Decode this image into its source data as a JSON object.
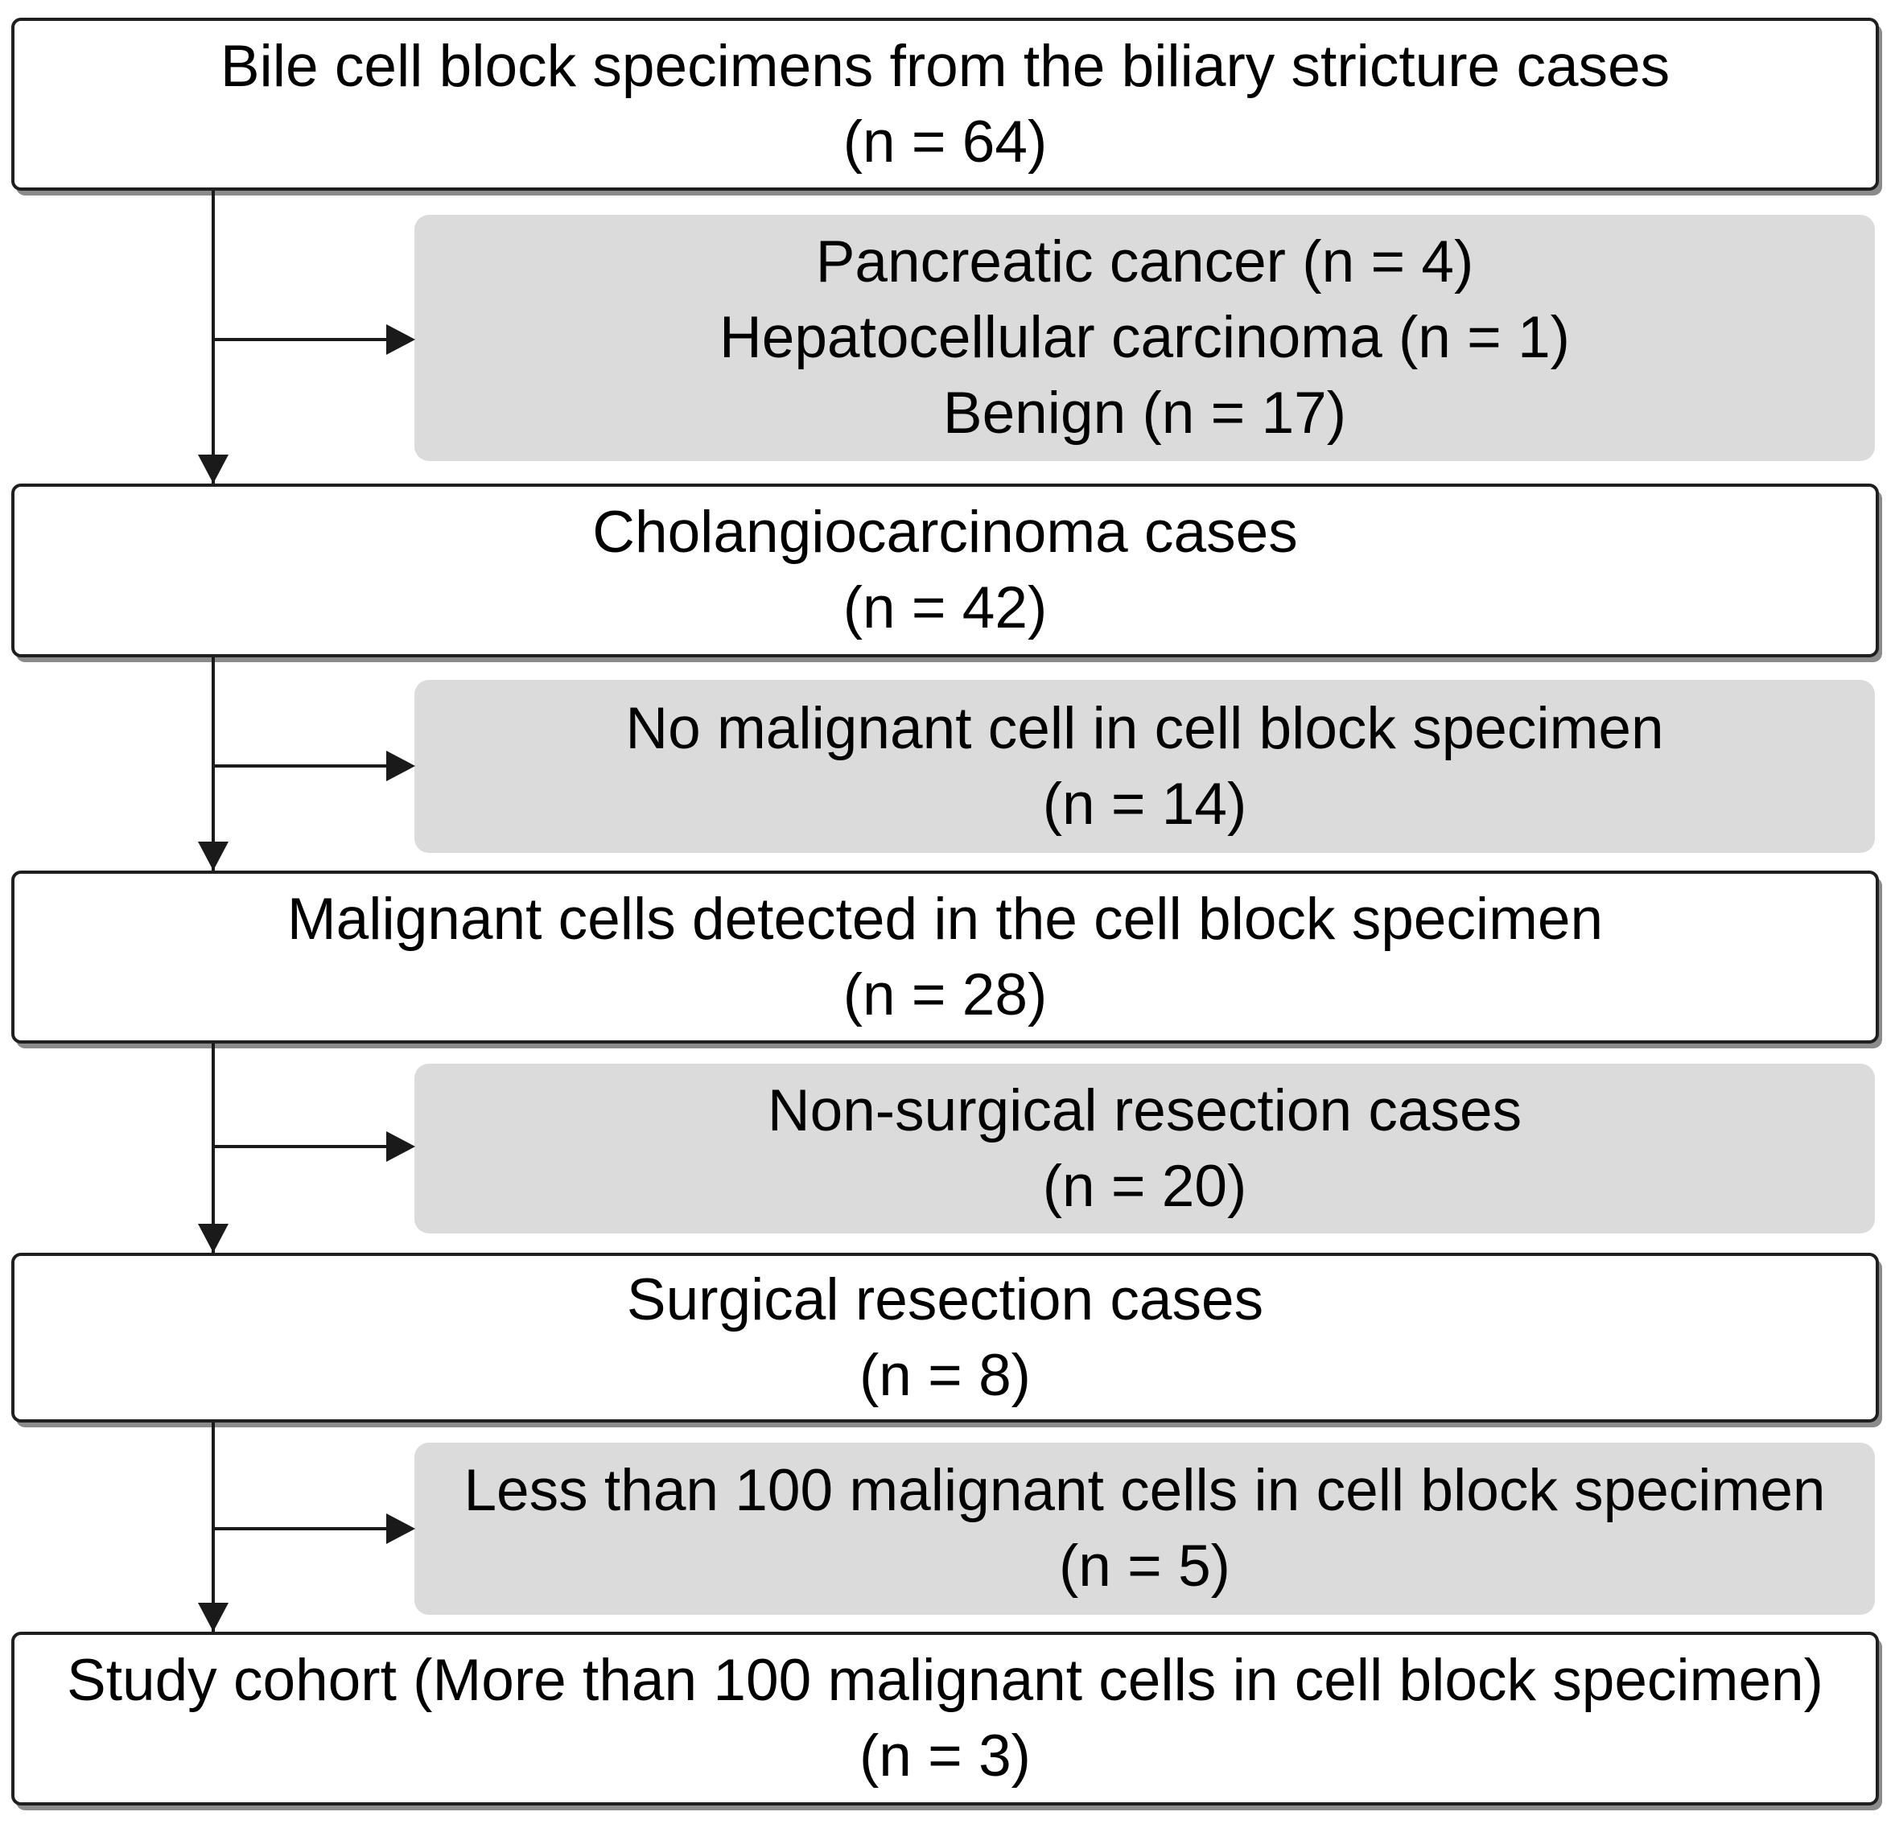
{
  "flowchart": {
    "kind": "study-flow-diagram",
    "boxes": [
      {
        "id": "specimens",
        "role": "main",
        "n": 64,
        "lines": [
          "Bile cell block specimens from the biliary stricture cases",
          "(n = 64)"
        ]
      },
      {
        "id": "excluded-diagnoses",
        "role": "exclusion",
        "lines": [
          "Pancreatic cancer (n = 4)",
          "Hepatocellular carcinoma (n = 1)",
          "Benign (n = 17)"
        ]
      },
      {
        "id": "cholangiocarcinoma",
        "role": "main",
        "n": 42,
        "lines": [
          "Cholangiocarcinoma cases",
          "(n = 42)"
        ]
      },
      {
        "id": "no-malignant-cells",
        "role": "exclusion",
        "n": 14,
        "lines": [
          "No malignant cell in cell block specimen",
          "(n = 14)"
        ]
      },
      {
        "id": "malignant-detected",
        "role": "main",
        "n": 28,
        "lines": [
          "Malignant cells detected in the cell block specimen",
          "(n = 28)"
        ]
      },
      {
        "id": "non-surgical",
        "role": "exclusion",
        "n": 20,
        "lines": [
          "Non-surgical resection cases",
          "(n = 20)"
        ]
      },
      {
        "id": "surgical",
        "role": "main",
        "n": 8,
        "lines": [
          "Surgical resection cases",
          "(n = 8)"
        ]
      },
      {
        "id": "less-than-100",
        "role": "exclusion",
        "n": 5,
        "lines": [
          "Less than 100 malignant cells in cell block specimen",
          "(n = 5)"
        ]
      },
      {
        "id": "study-cohort",
        "role": "main",
        "n": 3,
        "lines": [
          "Study cohort (More than 100 malignant cells in cell block specimen)",
          "(n = 3)"
        ]
      }
    ],
    "edges": [
      {
        "from": "specimens",
        "to": "excluded-diagnoses",
        "type": "branch"
      },
      {
        "from": "specimens",
        "to": "cholangiocarcinoma",
        "type": "main"
      },
      {
        "from": "cholangiocarcinoma",
        "to": "no-malignant-cells",
        "type": "branch"
      },
      {
        "from": "cholangiocarcinoma",
        "to": "malignant-detected",
        "type": "main"
      },
      {
        "from": "malignant-detected",
        "to": "non-surgical",
        "type": "branch"
      },
      {
        "from": "malignant-detected",
        "to": "surgical",
        "type": "main"
      },
      {
        "from": "surgical",
        "to": "less-than-100",
        "type": "branch"
      },
      {
        "from": "surgical",
        "to": "study-cohort",
        "type": "main"
      }
    ],
    "colors": {
      "background": "#ffffff",
      "main_box_bg": "#ffffff",
      "main_box_border": "#1f1f1f",
      "main_box_shadow": "#8b8b8b",
      "exclusion_box_bg": "#dbdbdb",
      "connector": "#1a1a1a",
      "text": "#000000"
    }
  }
}
